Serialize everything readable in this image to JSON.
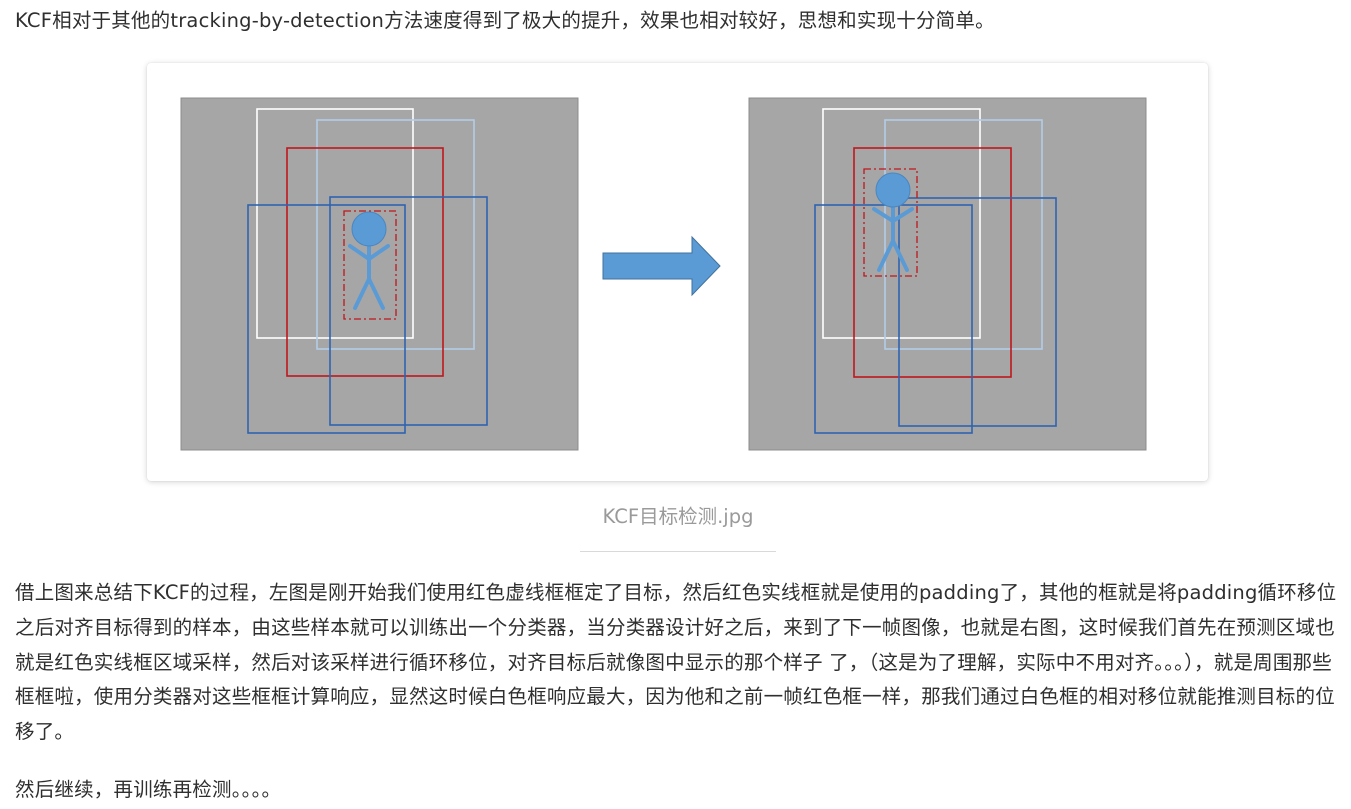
{
  "paragraphs": {
    "intro": "KCF相对于其他的tracking-by-detection方法速度得到了极大的提升，效果也相对较好，思想和实现十分简单。",
    "explanation": "借上图来总结下KCF的过程，左图是刚开始我们使用红色虚线框框定了目标，然后红色实线框就是使用的padding了，其他的框就是将padding循环移位之后对齐目标得到的样本，由这些样本就可以训练出一个分类器，当分类器设计好之后，来到了下一帧图像，也就是右图，这时候我们首先在预测区域也就是红色实线框区域采样，然后对该采样进行循环移位，对齐目标后就像图中显示的那个样子 了，（这是为了理解，实际中不用对齐。。。），就是周围那些框框啦，使用分类器对这些框框计算响应，显然这时候白色框响应最大，因为他和之前一帧红色框一样，那我们通过白色框的相对移位就能推测目标的位移了。",
    "closing": "然后继续，再训练再检测。。。。"
  },
  "figure": {
    "caption": "KCF目标检测.jpg",
    "colors": {
      "background": "#a6a6a6",
      "white_box": "#ffffff",
      "red_box": "#c0171c",
      "dark_blue_box": "#2e64b0",
      "light_blue_box": "#b3cce8",
      "figure_blue": "#5b9bd5"
    }
  }
}
